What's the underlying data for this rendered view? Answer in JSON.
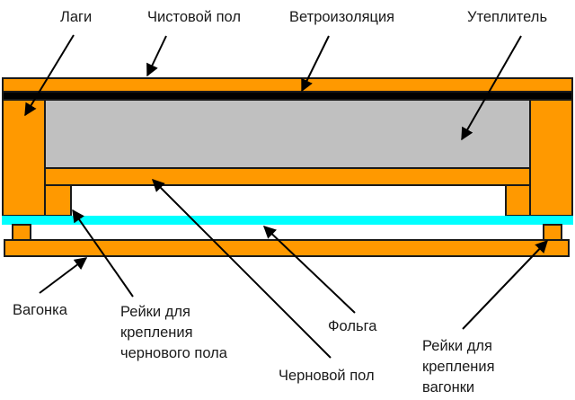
{
  "labels": {
    "lagi": "Лаги",
    "finish_floor": "Чистовой пол",
    "wind_barrier": "Ветроизоляция",
    "insulation": "Утеплитель",
    "lining": "Вагонка",
    "subfloor_rails": [
      "Рейки для",
      "крепления",
      "чернового пола"
    ],
    "foil": "Фольга",
    "subfloor": "Черновой пол",
    "lining_rails": [
      "Рейки для",
      "крепления",
      "вагонки"
    ]
  },
  "colors": {
    "wood": "#FF9900",
    "insulation": "#C0C0C0",
    "wind_barrier": "#000000",
    "foil": "#00FFFF",
    "outline": "#1a1a1a"
  }
}
